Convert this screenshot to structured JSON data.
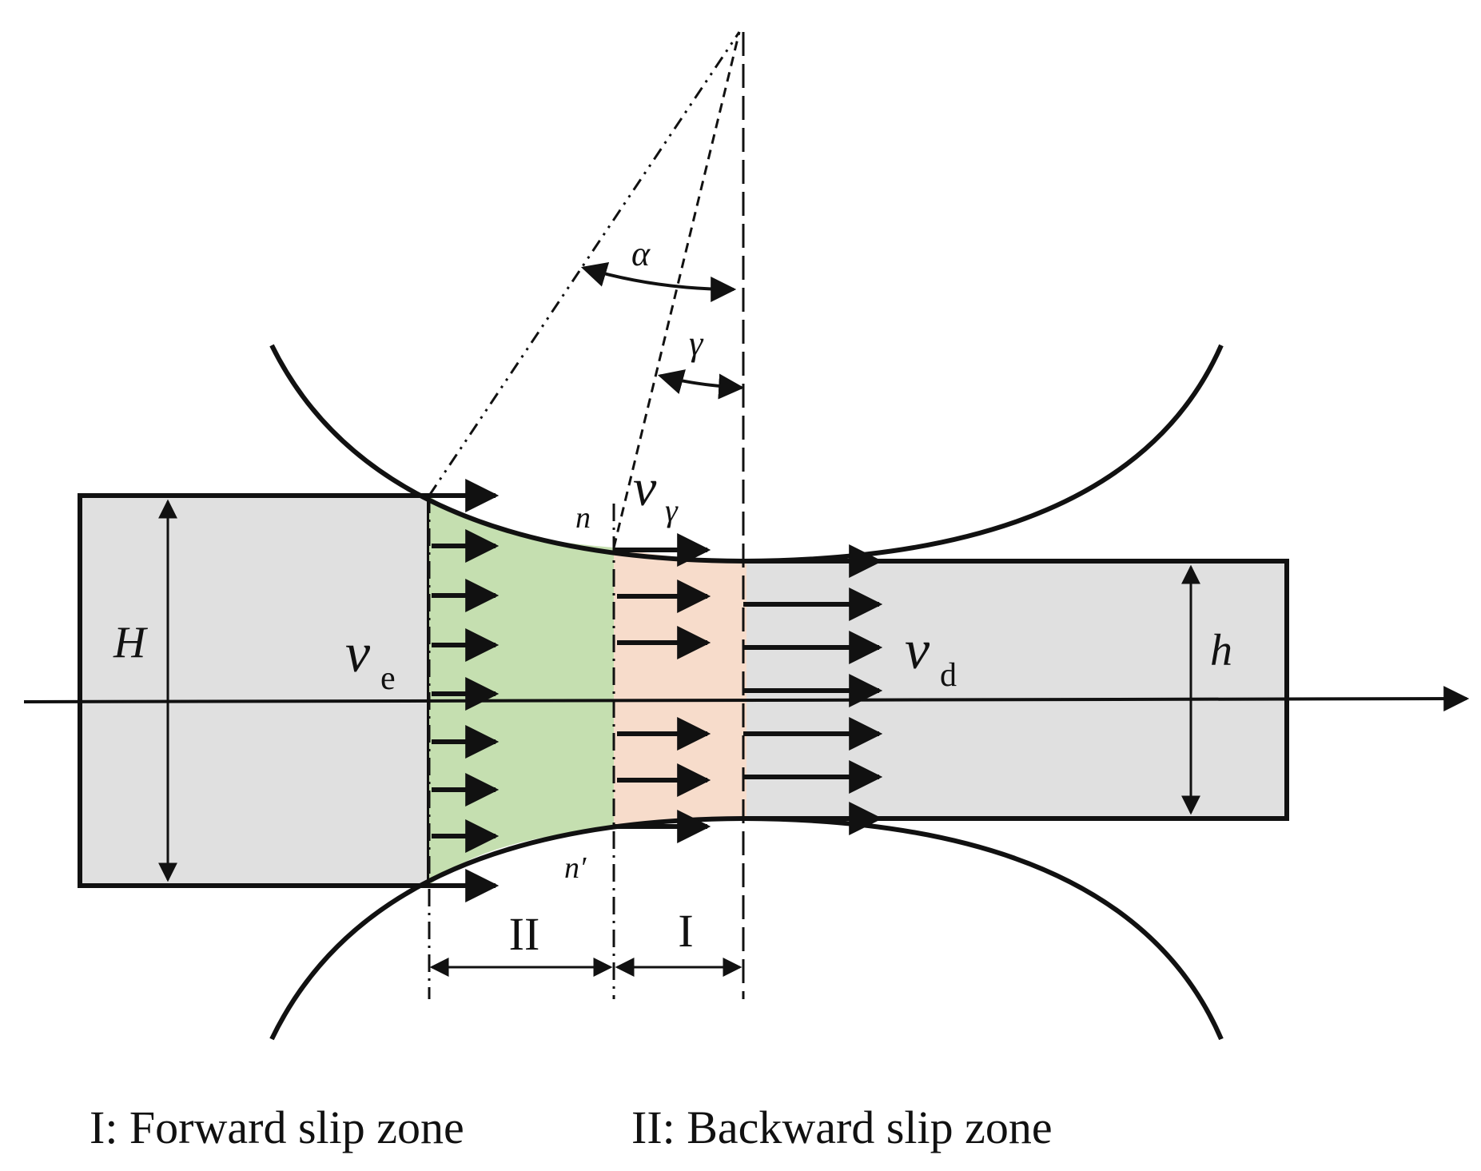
{
  "labels": {
    "H": "H",
    "h": "h",
    "v_e": "v",
    "v_e_sub": "e",
    "v_d": "v",
    "v_d_sub": "d",
    "v_gamma": "v",
    "v_gamma_sub": "γ",
    "n": "n",
    "n_prime": "n′",
    "alpha": "α",
    "gamma": "γ",
    "zone_II": "II",
    "zone_I": "I"
  },
  "legend": {
    "zone_I": "I: Forward slip zone",
    "zone_II": "II: Backward slip zone"
  },
  "colors": {
    "backward_zone_fill": "#c5dfb0",
    "forward_zone_fill": "#f7dccb",
    "strip_fill": "#e0e0e0",
    "line": "#111111"
  }
}
